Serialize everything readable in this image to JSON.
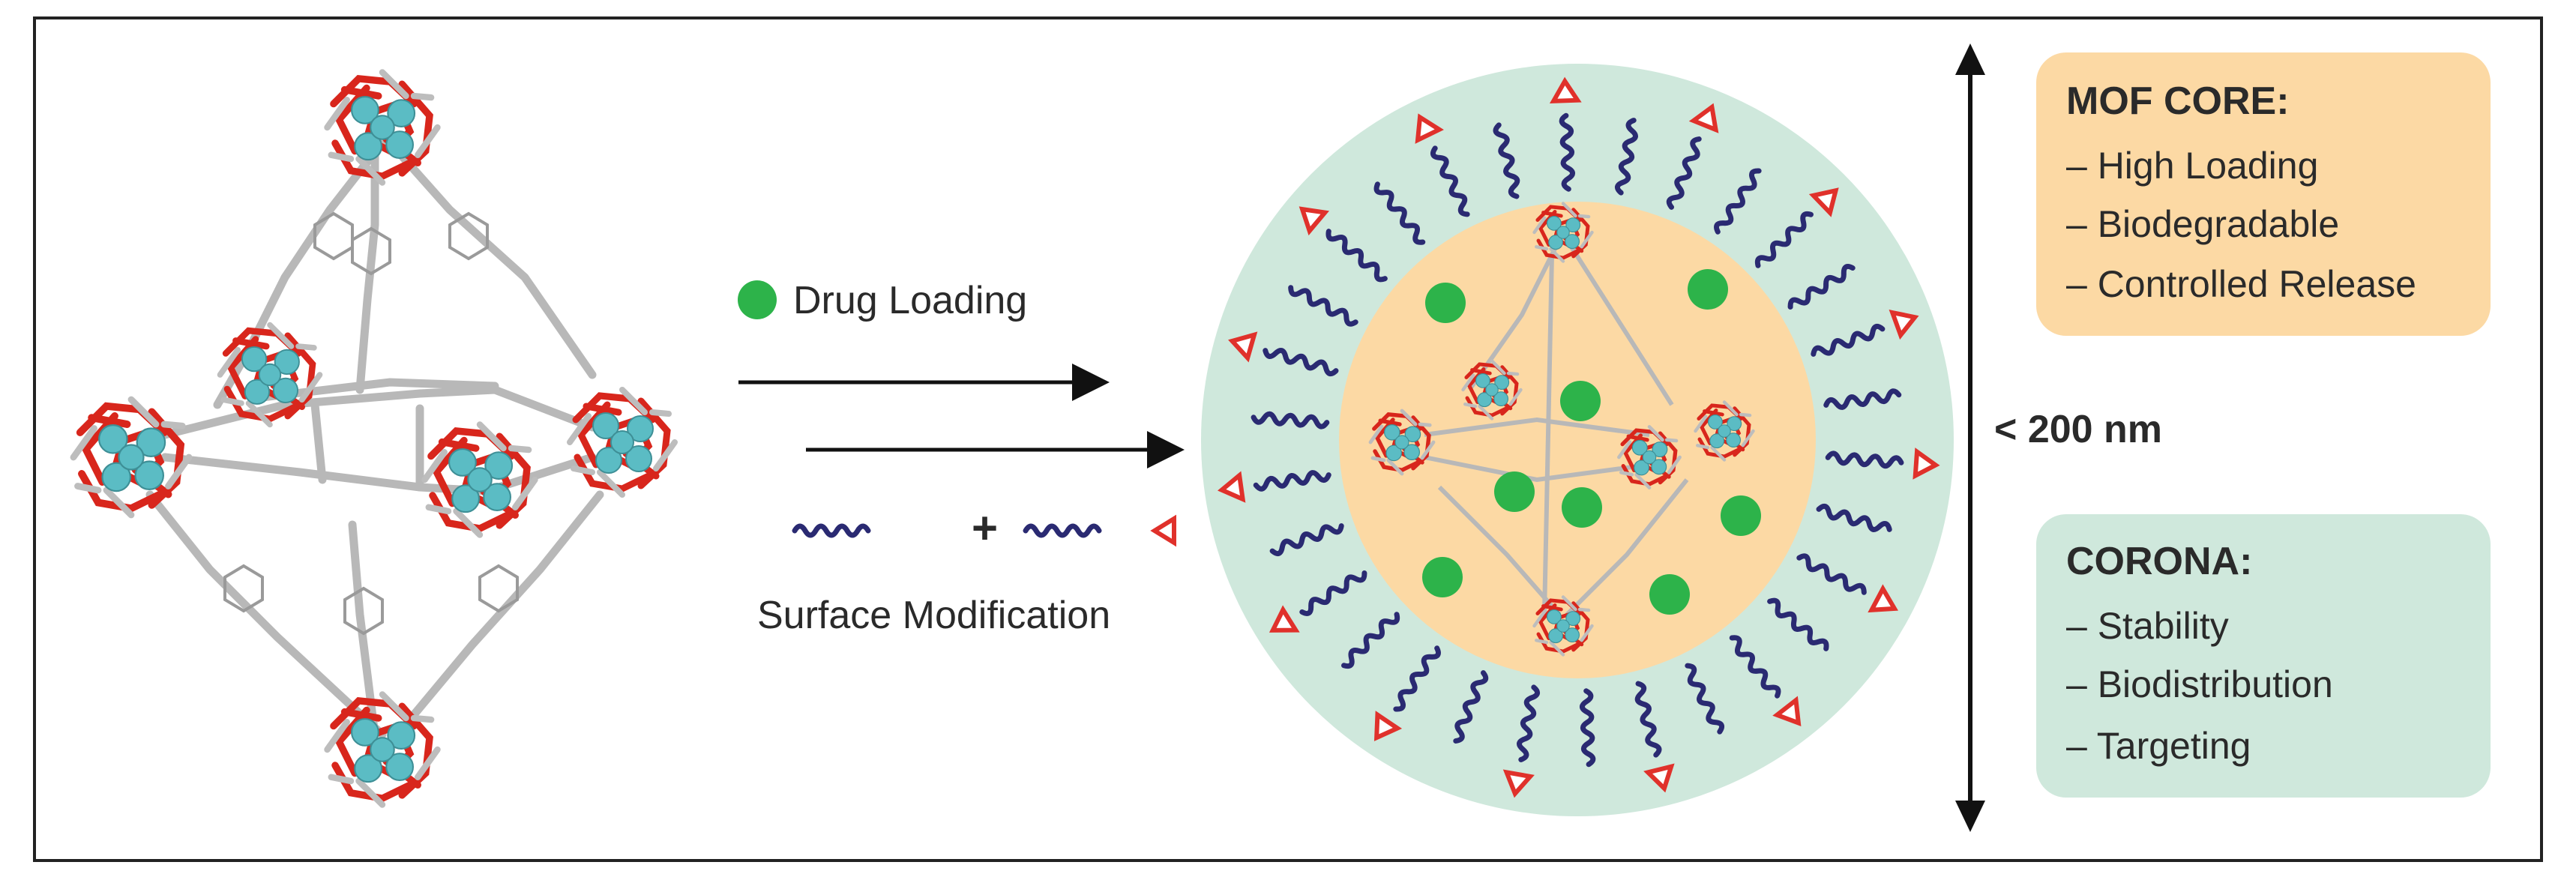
{
  "process": {
    "drug_loading_label": "Drug Loading",
    "surface_modification_label": "Surface Modification",
    "plus_sign": "+"
  },
  "size": {
    "label": "< 200 nm"
  },
  "mof_core_box": {
    "title": "MOF CORE:",
    "items": [
      "– High Loading",
      "– Biodegradable",
      "– Controlled Release"
    ],
    "color": "#fcd9a4"
  },
  "corona_box": {
    "title": "CORONA:",
    "items": [
      "– Stability",
      "– Biodistribution",
      "– Targeting"
    ],
    "color": "#cfe8dc"
  },
  "colors": {
    "drug": "#2db34a",
    "polymer": "#2a2a72",
    "targeting_ligand": "#e0312b",
    "oxygen_bond": "#d8261c",
    "metal_cluster": "#5bbcc4",
    "linker": "#b8b8b8",
    "corona_fill": "#cfe8dc",
    "core_fill": "#fcd9a4"
  }
}
